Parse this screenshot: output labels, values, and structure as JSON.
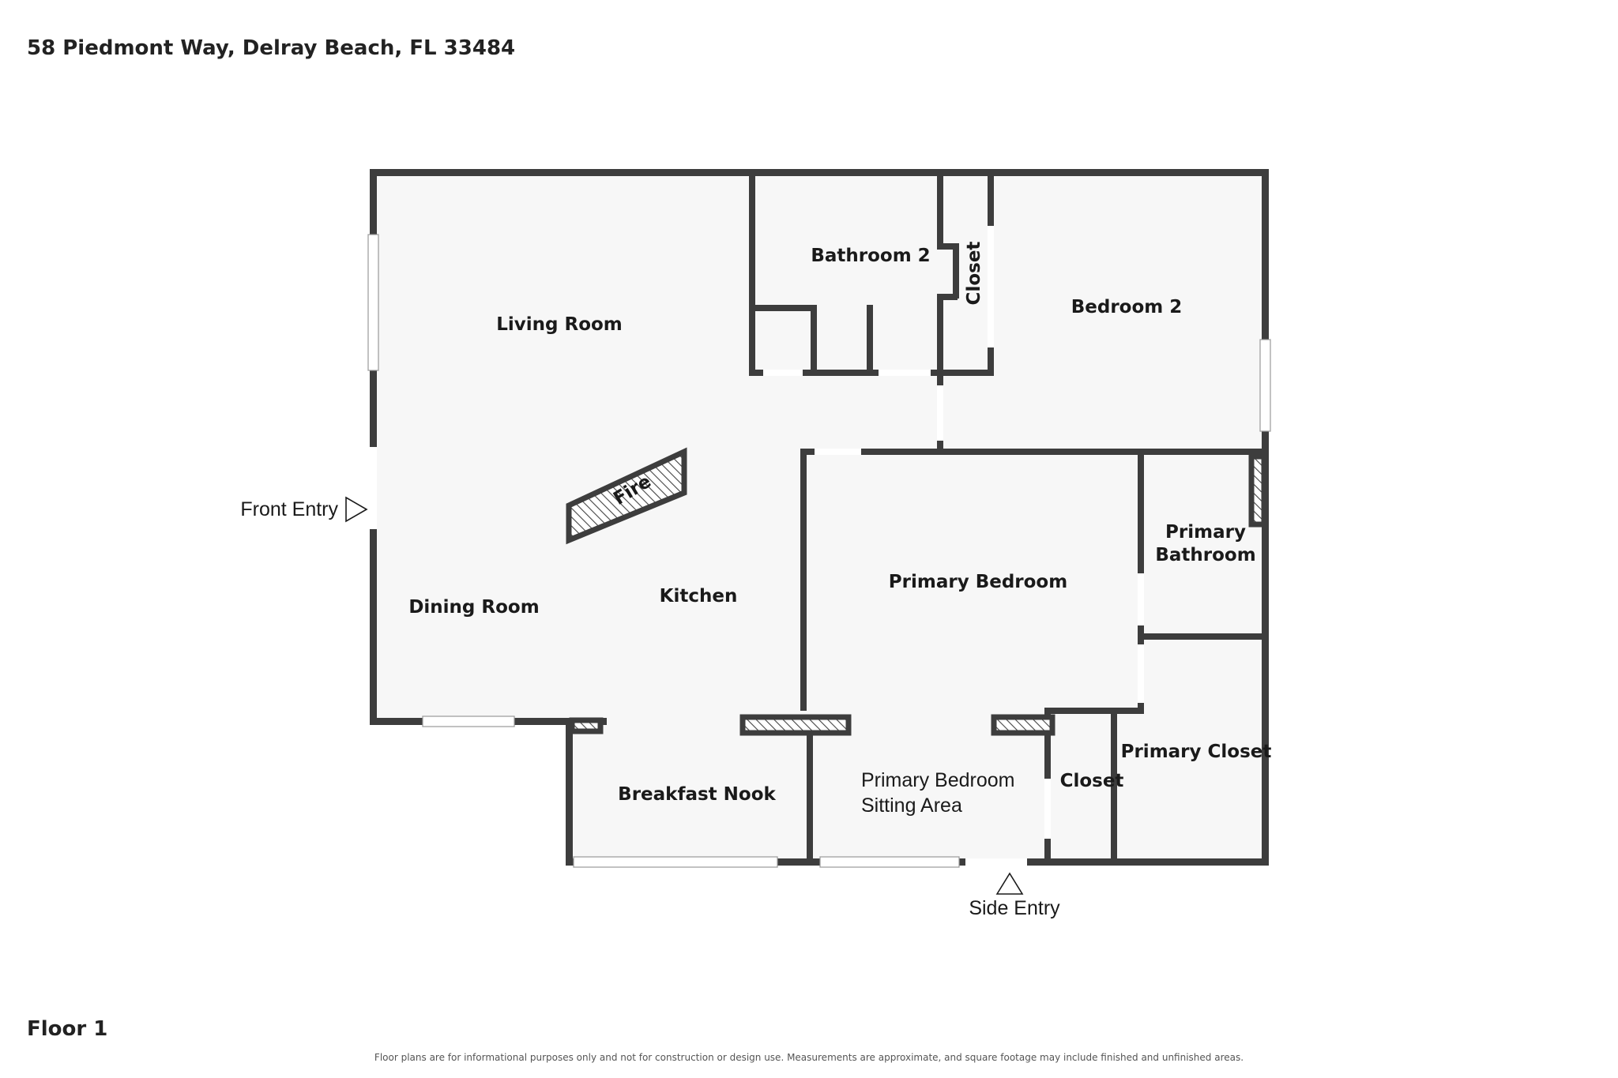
{
  "header": {
    "address": "58 Piedmont Way, Delray Beach, FL 33484"
  },
  "footer": {
    "floor": "Floor 1",
    "disclaimer": "Floor plans are for informational purposes only and not for construction or design use. Measurements are approximate, and square footage may include finished and unfinished areas."
  },
  "rooms": {
    "living_room": "Living Room",
    "bathroom_2": "Bathroom 2",
    "closet_vertical": "Closet",
    "bedroom_2": "Bedroom 2",
    "fireplace": "Fire",
    "dining_room": "Dining Room",
    "kitchen": "Kitchen",
    "primary_bedroom": "Primary Bedroom",
    "primary_bathroom_1": "Primary",
    "primary_bathroom_2": "Bathroom",
    "primary_closet": "Primary Closet",
    "closet": "Closet",
    "breakfast_nook": "Breakfast Nook",
    "sitting_area_1": "Primary Bedroom",
    "sitting_area_2": "Sitting Area"
  },
  "entries": {
    "front": "Front Entry",
    "side": "Side Entry"
  },
  "colors": {
    "wall": "#3d3d3d",
    "floor": "#f7f7f7"
  }
}
